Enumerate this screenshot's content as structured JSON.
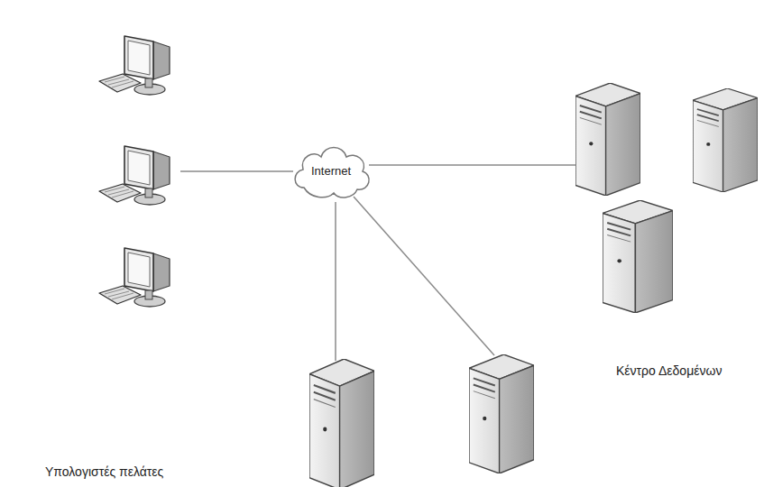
{
  "diagram": {
    "nodes": [
      {
        "text": [
          "Internet"
        ]
      },
      {
        "text": [
          "Υπολογιστές πελάτες"
        ]
      },
      {
        "text": [
          "Κέντρο Δεδομένων"
        ]
      }
    ],
    "edges": [
      {
        "from": 0,
        "to": 1,
        "arrow": "none"
      },
      {
        "from": 0,
        "to": 2,
        "arrow": "none"
      }
    ]
  }
}
